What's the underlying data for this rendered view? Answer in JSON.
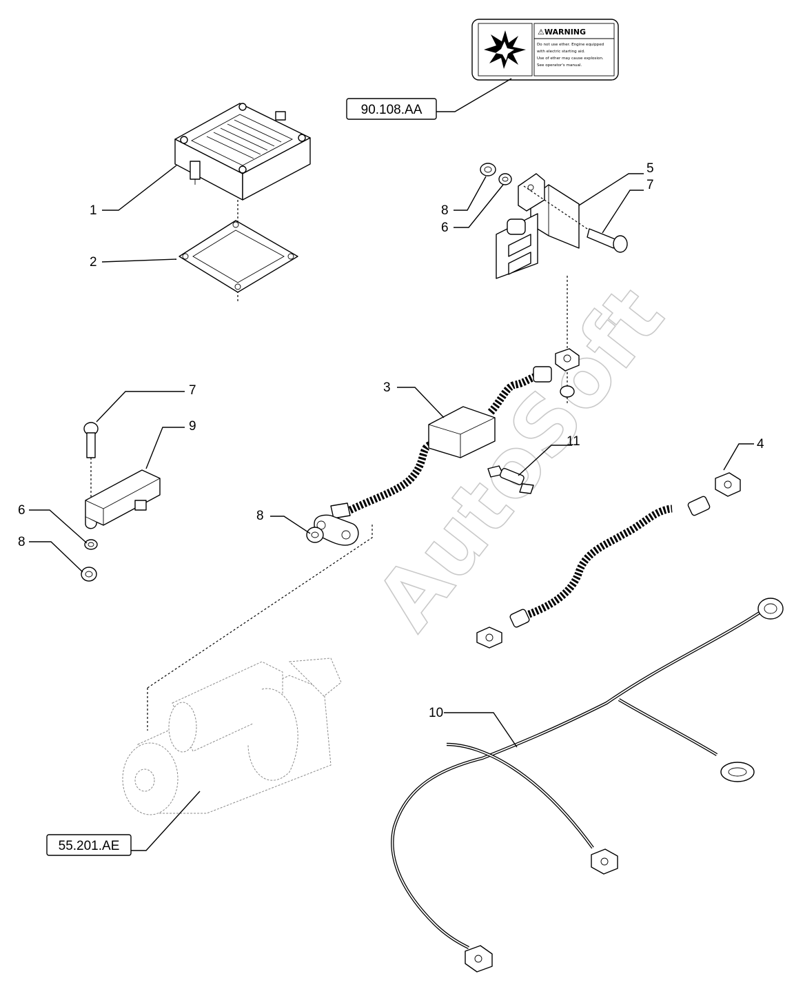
{
  "callouts": {
    "c1": "1",
    "c2": "2",
    "c3": "3",
    "c4": "4",
    "c5": "5",
    "c7a": "7",
    "c8a": "8",
    "c6a": "6",
    "c7b": "7",
    "c9": "9",
    "c6b": "6",
    "c8b": "8",
    "c8c": "8",
    "c11": "11",
    "c10": "10"
  },
  "references": {
    "warning_label_ref": "90.108.AA",
    "starter_motor_ref": "55.201.AE"
  },
  "warning_label": {
    "title": "⚠WARNING",
    "lines": [
      "Do not use ether. Engine equipped",
      "with electric starting aid.",
      "Use of ether may cause explosion.",
      "See operator's manual."
    ]
  },
  "watermark": "AutoSoft"
}
